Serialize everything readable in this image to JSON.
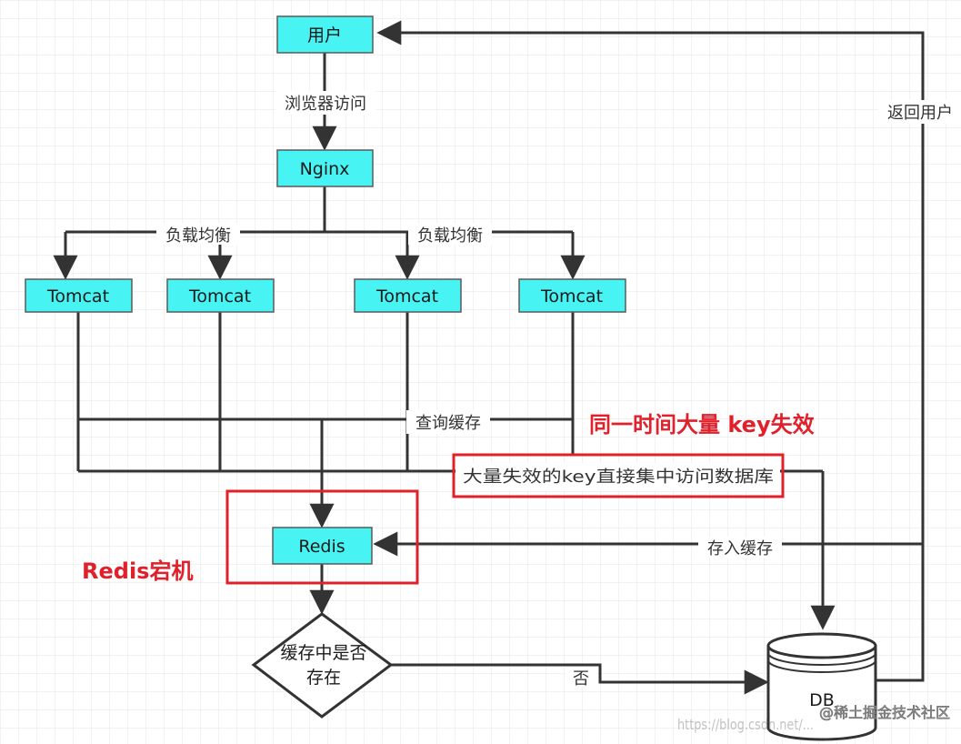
{
  "colors": {
    "node_fill": "#48f3f3",
    "node_stroke": "#5a5a5a",
    "line": "#333333",
    "highlight_red": "#e0202a",
    "grid": "#e6e6e6"
  },
  "nodes": {
    "user": "用户",
    "nginx": "Nginx",
    "tomcat": [
      "Tomcat",
      "Tomcat",
      "Tomcat",
      "Tomcat"
    ],
    "redis": "Redis",
    "decision_line1": "缓存中是否",
    "decision_line2": "存在",
    "db": "DB"
  },
  "edge_labels": {
    "browser_access": "浏览器访问",
    "load_balance_1": "负载均衡",
    "load_balance_2": "负载均衡",
    "query_cache": "查询缓存",
    "mass_expiry_db": "大量失效的key直接集中访问数据库",
    "store_cache": "存入缓存",
    "no": "否",
    "return_user": "返回用户"
  },
  "annotations": {
    "key_expiry": "同一时间大量 key失效",
    "redis_down": "Redis宕机"
  },
  "watermark": {
    "site": "@稀土掘金技术社区",
    "url": "https://blog.csdn.net/..."
  }
}
